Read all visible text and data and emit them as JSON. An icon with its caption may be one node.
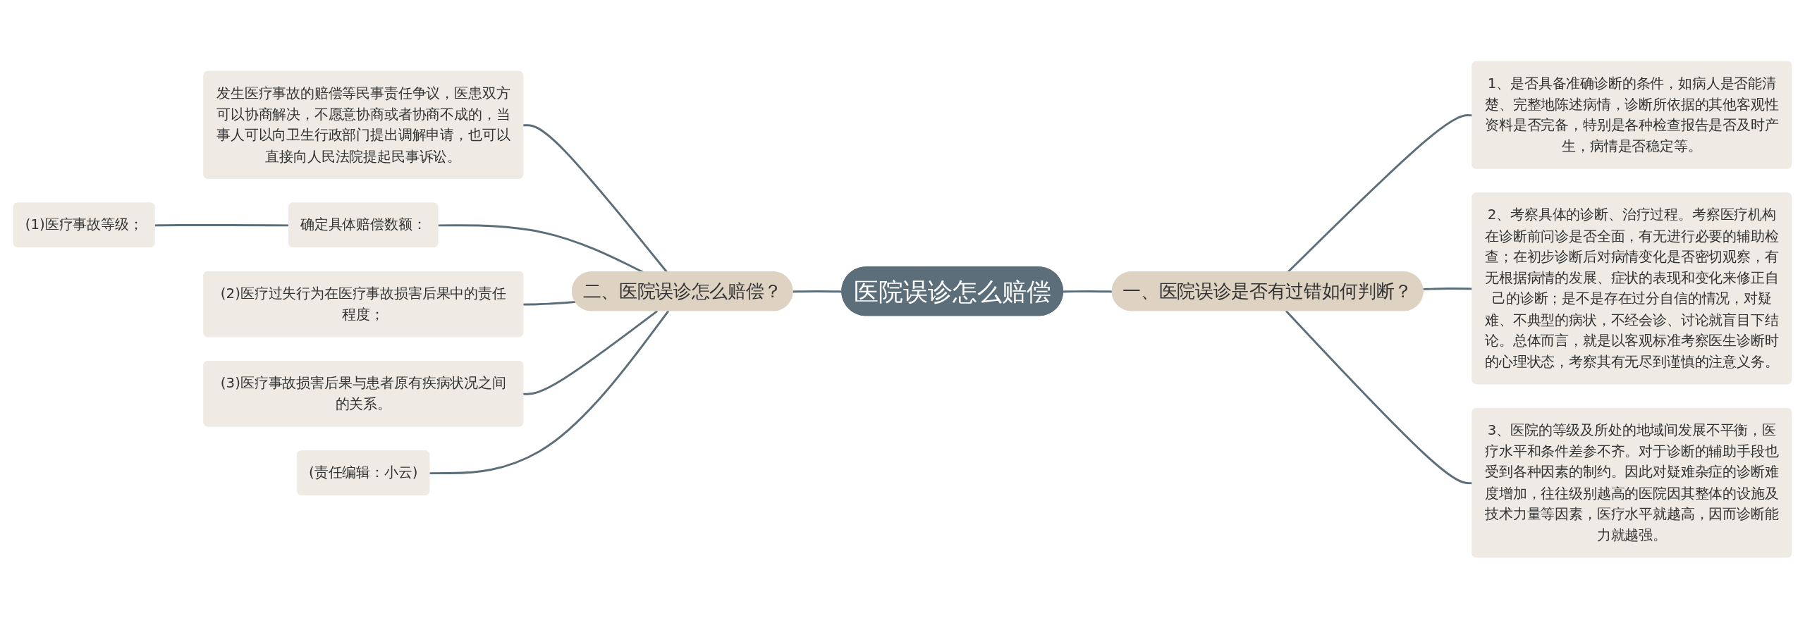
{
  "diagram": {
    "nodes": [
      {
        "text": [
          "医院误诊怎么赔偿"
        ]
      },
      {
        "text": [
          "一、医院误诊是否有过错如何判断？"
        ]
      },
      {
        "text": [
          "1、是否具备准确诊断的条件，如病人是否能清楚、完整地陈述病情，诊断所依据的其他客观性资料是否完备，特别是各种检查报告是否及时产生，病情是否稳定等。"
        ]
      },
      {
        "text": [
          "2、考察具体的诊断、治疗过程。考察医疗机构在诊断前问诊是否全面，有无进行必要的辅助检查；在初步诊断后对病情变化是否密切观察，有无根据病情的发展、症状的表现和变化来修正自己的诊断；是不是存在过分自信的情况，对疑难、不典型的病状，不经会诊、讨论就盲目下结论。总体而言，就是以客观标准考察医生诊断时的心理状态，考察其有无尽到谨慎的注意义务。"
        ]
      },
      {
        "text": [
          "3、医院的等级及所处的地域间发展不平衡，医疗水平和条件差参不齐。对于诊断的辅助手段也受到各种因素的制约。因此对疑难杂症的诊断难度增加，往往级别越高的医院因其整体的设施及技术力量等因素，医疗水平就越高，因而诊断能力就越强。"
        ]
      },
      {
        "text": [
          "二、医院误诊怎么赔偿？"
        ]
      },
      {
        "text": [
          "发生医疗事故的赔偿等民事责任争议，医患双方可以协商解决，不愿意协商或者协商不成的，当事人可以向卫生行政部门提出调解申请，也可以直接向人民法院提起民事诉讼。"
        ]
      },
      {
        "text": [
          "确定具体赔偿数额："
        ]
      },
      {
        "text": [
          "(1)医疗事故等级；"
        ]
      },
      {
        "text": [
          "(2)医疗过失行为在医疗事故损害后果中的责任程度；"
        ]
      },
      {
        "text": [
          "(3)医疗事故损害后果与患者原有疾病状况之间的关系。"
        ]
      },
      {
        "text": [
          "(责任编辑：小云)"
        ]
      }
    ],
    "edges": [
      {
        "from": 5,
        "to": 0,
        "arrow": "none"
      },
      {
        "from": 0,
        "to": 1,
        "arrow": "none"
      },
      {
        "from": 1,
        "to": 2,
        "arrow": "none"
      },
      {
        "from": 1,
        "to": 3,
        "arrow": "none"
      },
      {
        "from": 1,
        "to": 4,
        "arrow": "none"
      },
      {
        "from": 6,
        "to": 5,
        "arrow": "none"
      },
      {
        "from": 7,
        "to": 5,
        "arrow": "none"
      },
      {
        "from": 8,
        "to": 7,
        "arrow": "none"
      },
      {
        "from": 9,
        "to": 5,
        "arrow": "none"
      },
      {
        "from": 10,
        "to": 5,
        "arrow": "none"
      },
      {
        "from": 11,
        "to": 5,
        "arrow": "none"
      }
    ]
  }
}
